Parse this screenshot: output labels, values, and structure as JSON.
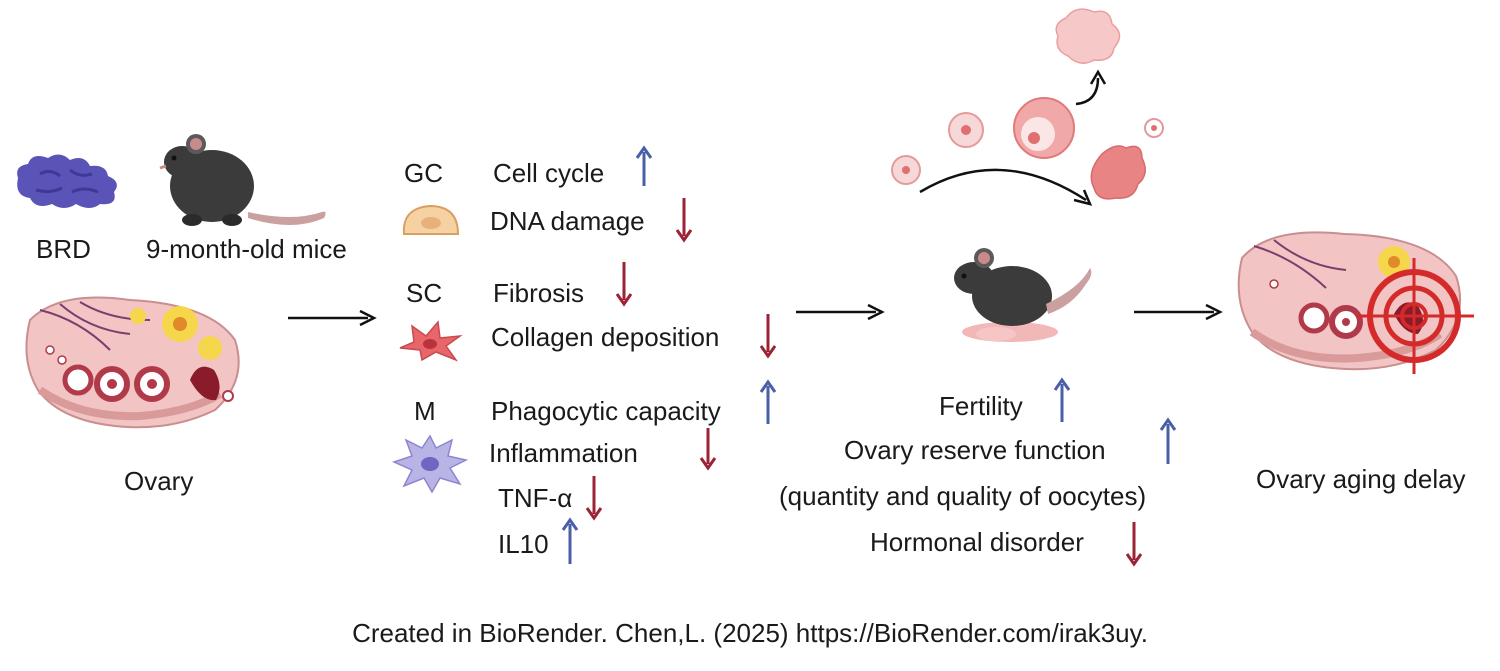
{
  "left": {
    "compound_label": "BRD",
    "mice_label": "9-month-old mice",
    "ovary_label": "Ovary"
  },
  "effects": {
    "gc": {
      "code": "GC",
      "items": [
        "Cell cycle",
        "DNA damage"
      ]
    },
    "sc": {
      "code": "SC",
      "items": [
        "Fibrosis",
        "Collagen deposition"
      ]
    },
    "m": {
      "code": "M",
      "items": [
        "Phagocytic capacity",
        "Inflammation",
        "TNF-α",
        "IL10"
      ]
    }
  },
  "outcomes": {
    "fertility": "Fertility",
    "reserve": "Ovary reserve function",
    "reserve_note": "(quantity and quality of oocytes)",
    "hormonal": "Hormonal disorder"
  },
  "result": {
    "label": "Ovary aging delay"
  },
  "footer": "Created in BioRender. Chen,L. (2025) https://BioRender.com/irak3uy.",
  "colors": {
    "up_arrow": "#4a5fa8",
    "down_arrow": "#9b2335"
  }
}
